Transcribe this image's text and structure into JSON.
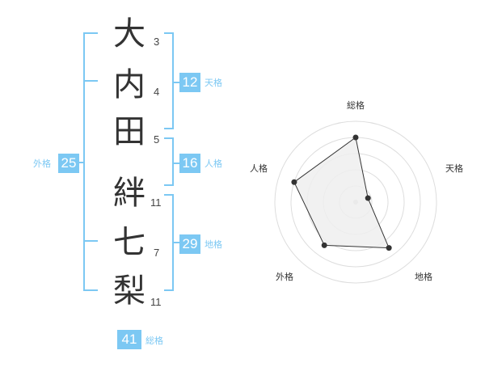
{
  "name_chars": [
    {
      "char": "大",
      "strokes": "3"
    },
    {
      "char": "内",
      "strokes": "4"
    },
    {
      "char": "田",
      "strokes": "5"
    },
    {
      "char": "絆",
      "strokes": "11"
    },
    {
      "char": "七",
      "strokes": "7"
    },
    {
      "char": "梨",
      "strokes": "11"
    }
  ],
  "kaku": {
    "tenkaku": {
      "value": "12",
      "label": "天格"
    },
    "jinkaku": {
      "value": "16",
      "label": "人格"
    },
    "chikaku": {
      "value": "29",
      "label": "地格"
    },
    "gaikaku": {
      "value": "25",
      "label": "外格"
    },
    "soukaku": {
      "value": "41",
      "label": "総格"
    }
  },
  "colors": {
    "accent": "#7cc8f3",
    "text": "#333333",
    "radar_fill": "#eeeeee",
    "radar_line": "#333333"
  },
  "chart_data": {
    "type": "radar",
    "axes": [
      "総格",
      "天格",
      "地格",
      "外格",
      "人格"
    ],
    "values": [
      4,
      0.8,
      3.5,
      3.3,
      4
    ],
    "max": 5,
    "rings": 5
  }
}
